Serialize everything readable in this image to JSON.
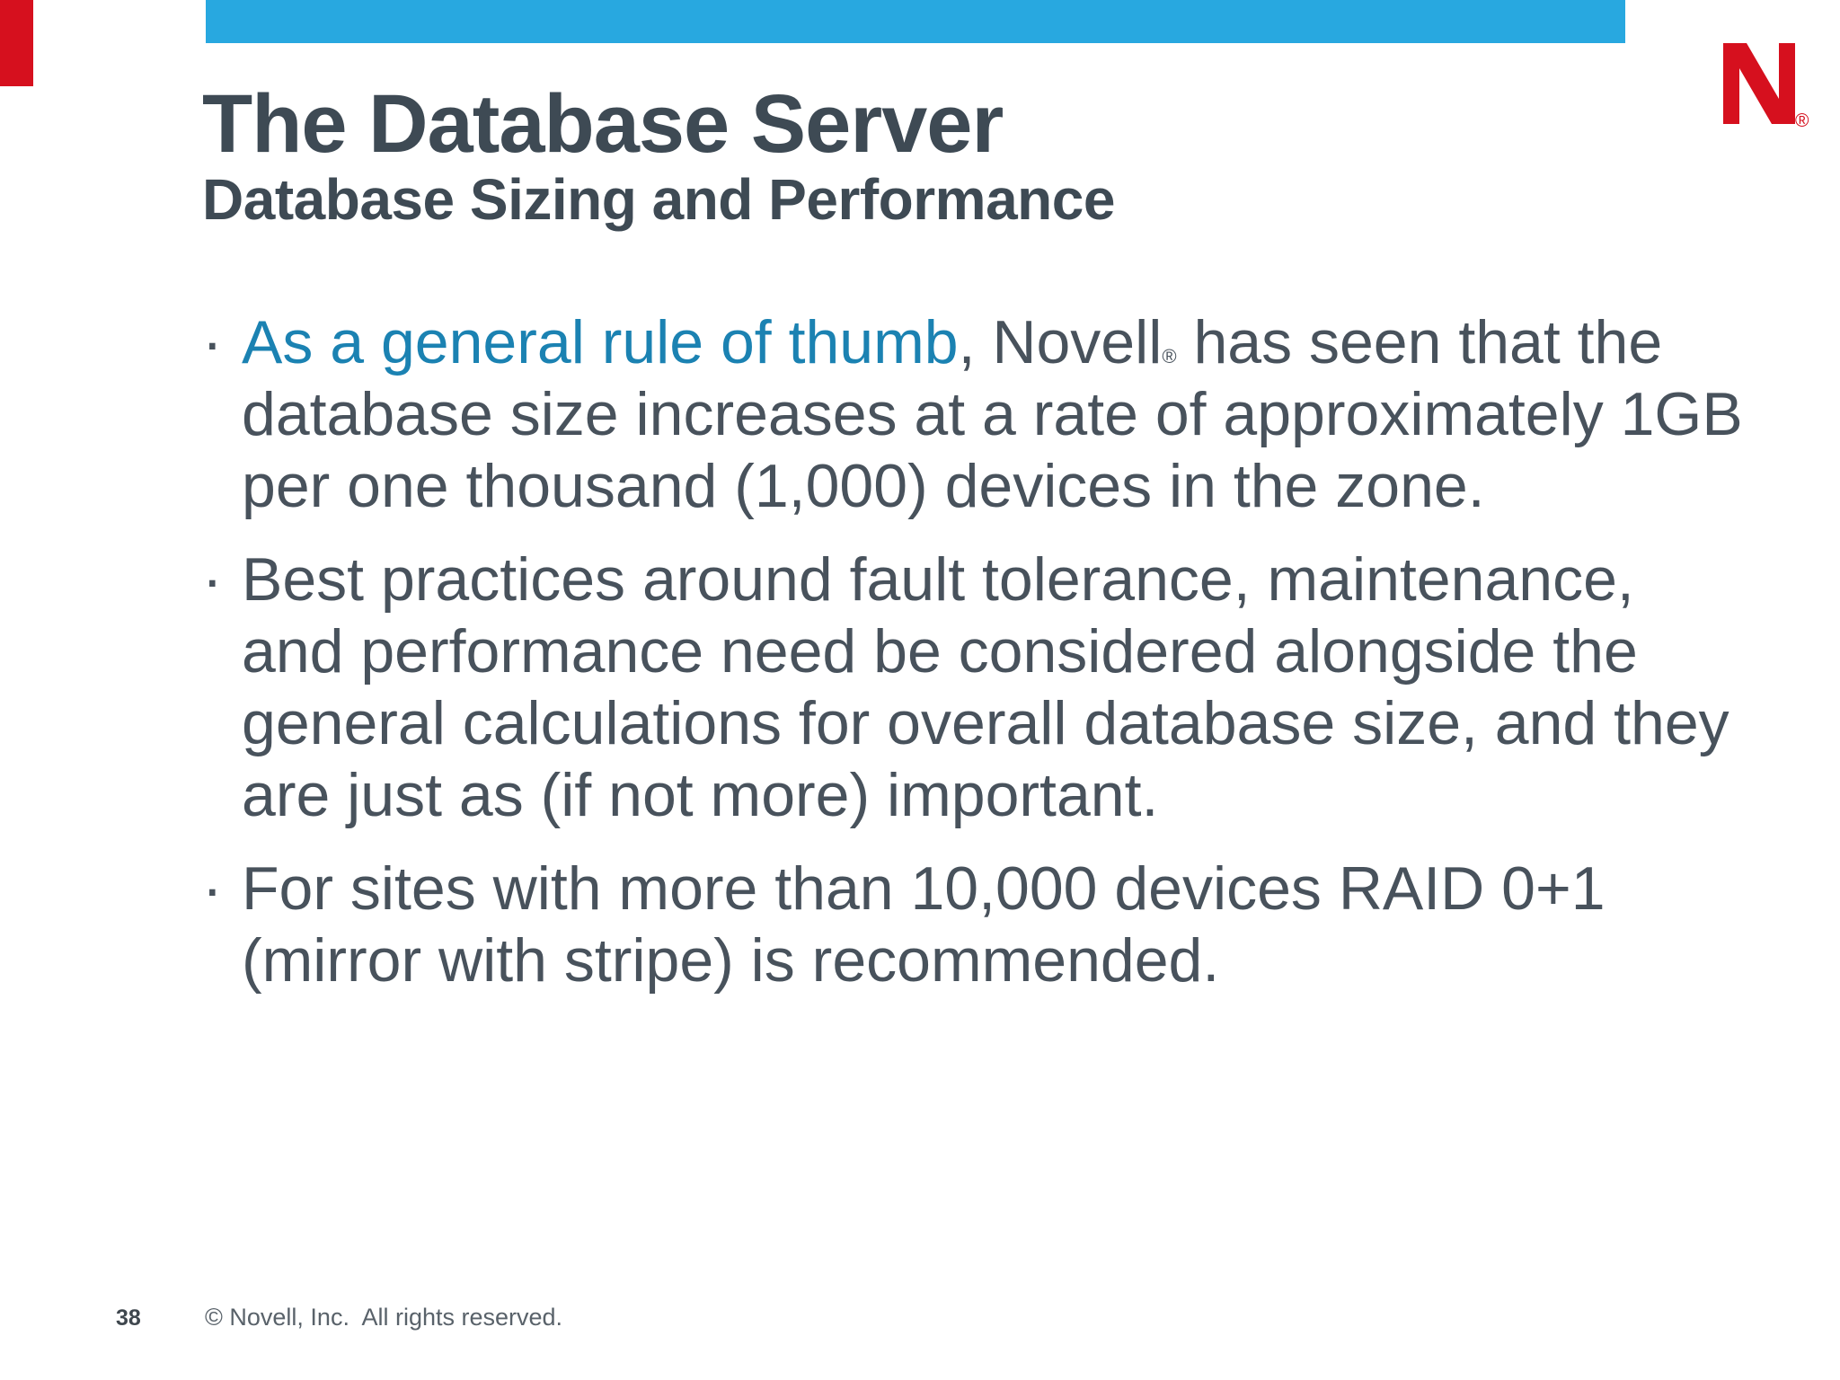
{
  "title": "The Database Server",
  "subtitle": "Database Sizing and Performance",
  "bullet_char": "·",
  "bullets": {
    "b1": {
      "l1_em": "As a general rule of thumb",
      "l1_a": ", Novell",
      "l1_reg": "®",
      "l1_b": " has seen that the",
      "l2": "database size increases at a rate of approximately 1GB",
      "l3": "per one thousand (1,000) devices in the zone."
    },
    "b2": {
      "l1": "Best practices around fault tolerance, maintenance,",
      "l2": "and performance need be considered alongside the",
      "l3": "general calculations for overall database size, and they",
      "l4": "are just as (if not more) important."
    },
    "b3": {
      "l1": "For sites with more than 10,000 devices RAID 0+1",
      "l2": "(mirror with stripe) is recommended."
    }
  },
  "logo": {
    "icon": "novell-n-logo",
    "reg": "®"
  },
  "footer": {
    "page_number": "38",
    "copyright": "© Novell, Inc.  All rights reserved."
  },
  "colors": {
    "header_bar_cyan": "#28a8e0",
    "novell_red": "#d6101e",
    "title_slate": "#3e4a54",
    "body_slate": "#48525c",
    "emphasis_blue": "#1b82b2",
    "footer_gray": "#59626a"
  }
}
